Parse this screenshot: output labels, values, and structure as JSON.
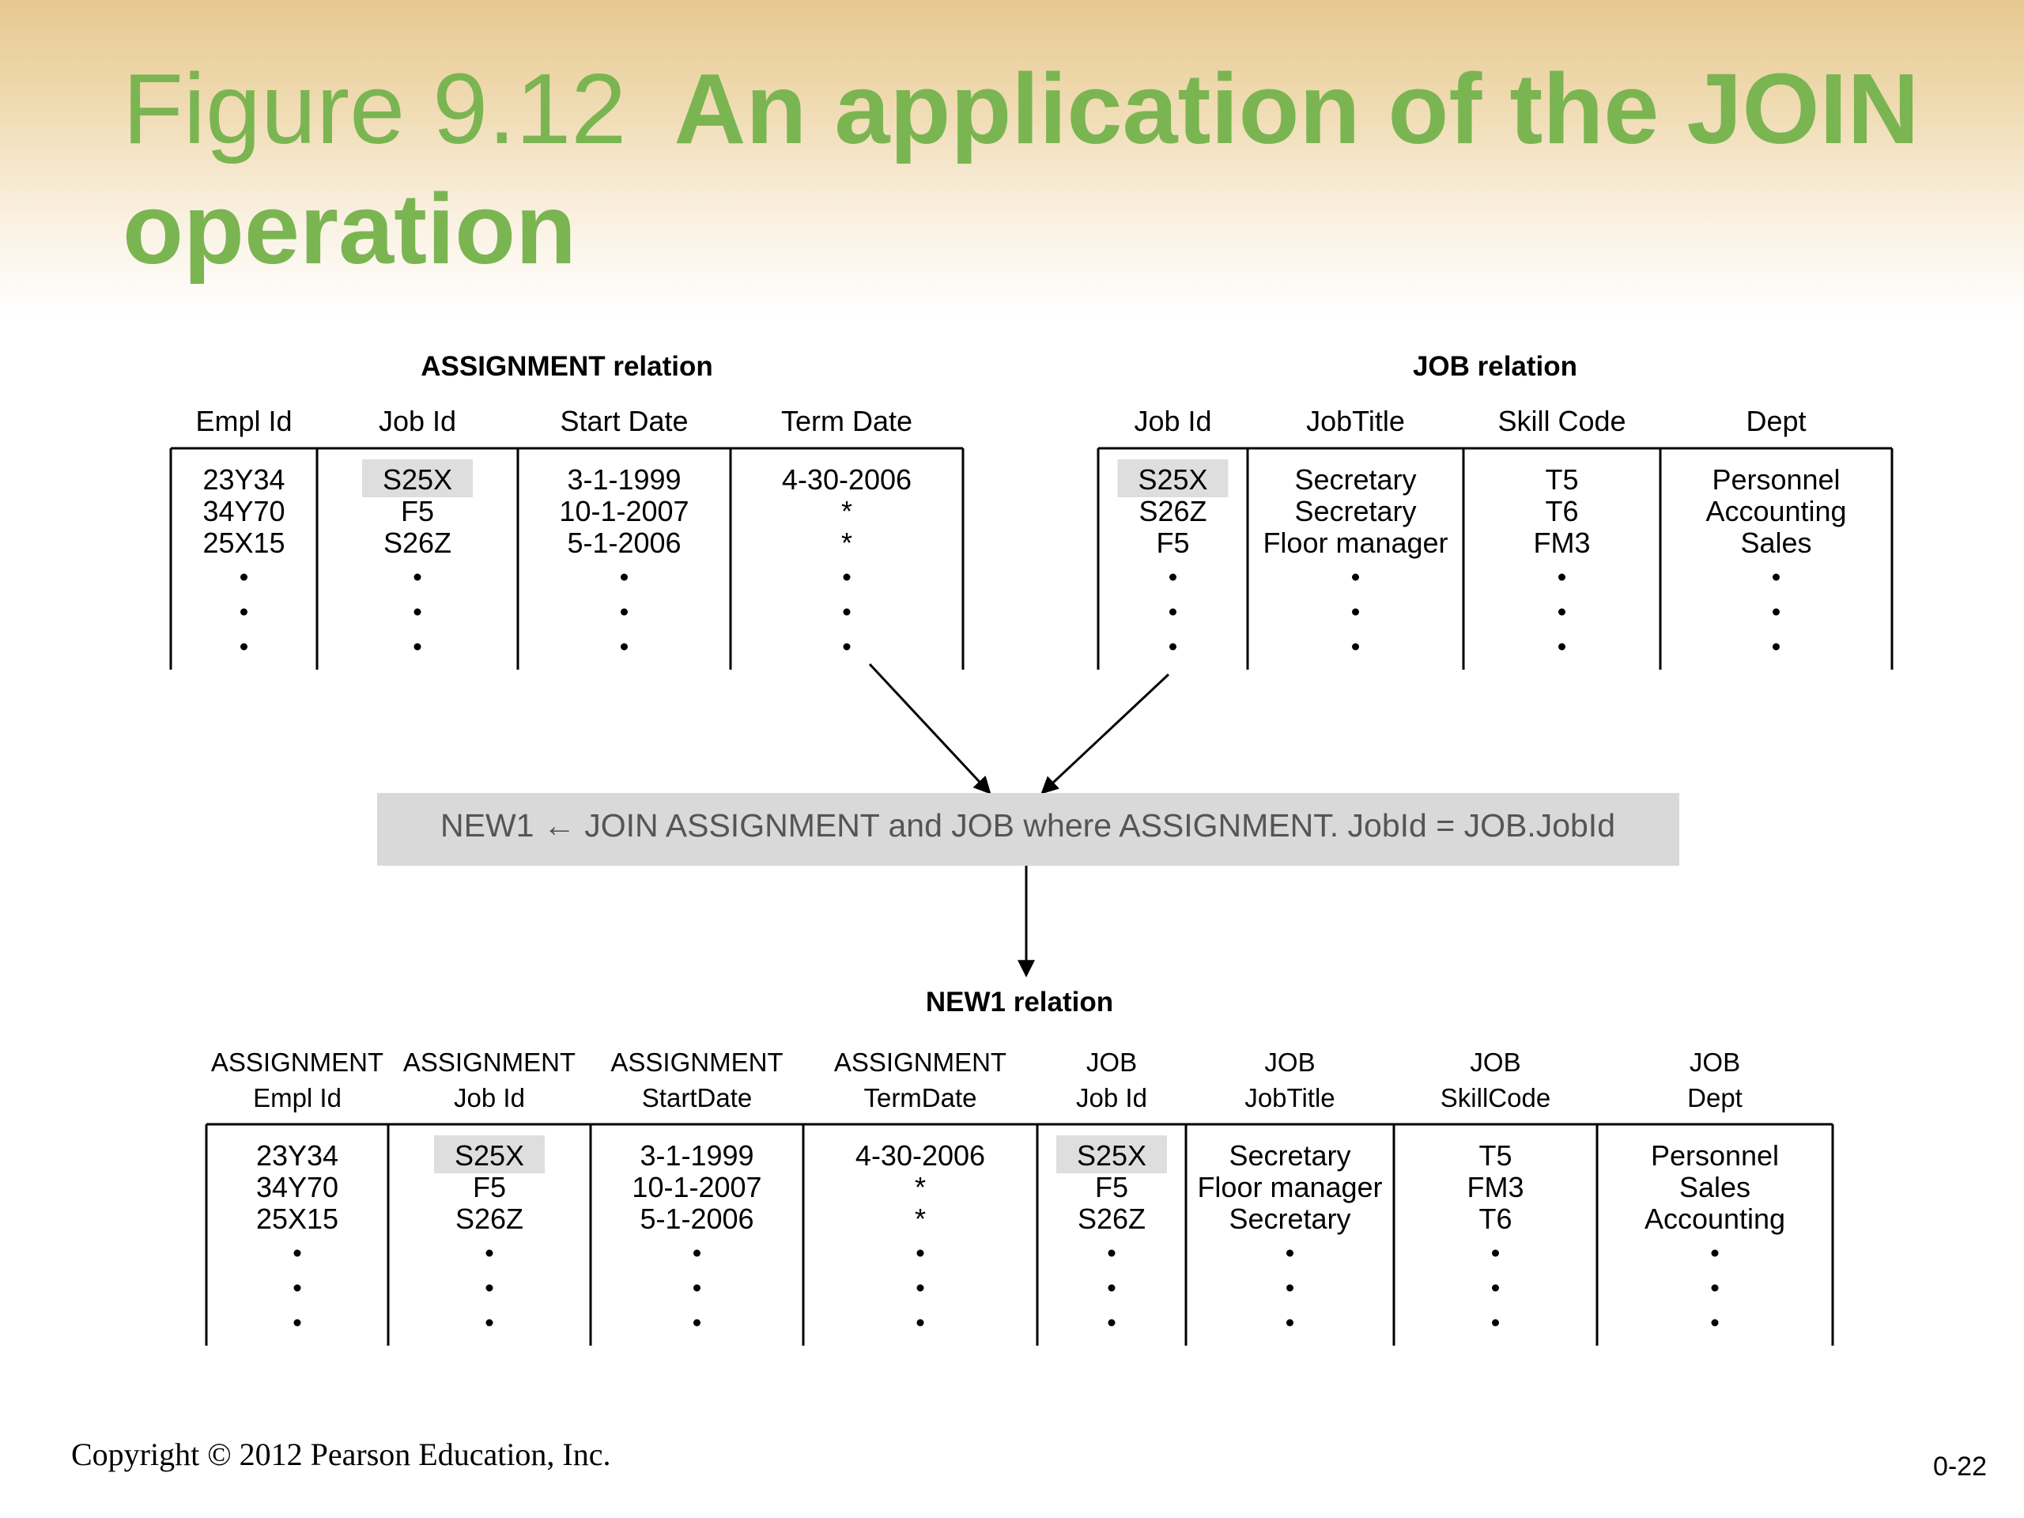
{
  "title": {
    "prefix": "Figure 9.12",
    "main": "An application of the JOIN operation"
  },
  "assignment": {
    "label": "ASSIGNMENT relation",
    "columns": [
      {
        "header": [
          "Empl Id"
        ],
        "values": [
          "23Y34",
          "34Y70",
          "25X15"
        ]
      },
      {
        "header": [
          "Job Id"
        ],
        "values": [
          "S25X",
          "F5",
          "S26Z"
        ],
        "highlight_first": true
      },
      {
        "header": [
          "Start Date"
        ],
        "values": [
          "3-1-1999",
          "10-1-2007",
          "5-1-2006"
        ]
      },
      {
        "header": [
          "Term Date"
        ],
        "values": [
          "4-30-2006",
          "*",
          "*"
        ]
      }
    ]
  },
  "job": {
    "label": "JOB relation",
    "columns": [
      {
        "header": [
          "Job Id"
        ],
        "values": [
          "S25X",
          "S26Z",
          "F5"
        ],
        "highlight_first": true
      },
      {
        "header": [
          "JobTitle"
        ],
        "values": [
          "Secretary",
          "Secretary",
          "Floor manager"
        ]
      },
      {
        "header": [
          "Skill Code"
        ],
        "values": [
          "T5",
          "T6",
          "FM3"
        ]
      },
      {
        "header": [
          "Dept"
        ],
        "values": [
          "Personnel",
          "Accounting",
          "Sales"
        ]
      }
    ]
  },
  "operation": {
    "text": "NEW1 ← JOIN ASSIGNMENT and JOB where ASSIGNMENT. JobId = JOB.JobId"
  },
  "new1": {
    "label": "NEW1 relation",
    "columns": [
      {
        "header": [
          "ASSIGNMENT",
          "Empl Id"
        ],
        "values": [
          "23Y34",
          "34Y70",
          "25X15"
        ]
      },
      {
        "header": [
          "ASSIGNMENT",
          "Job Id"
        ],
        "values": [
          "S25X",
          "F5",
          "S26Z"
        ],
        "highlight_first": true
      },
      {
        "header": [
          "ASSIGNMENT",
          "StartDate"
        ],
        "values": [
          "3-1-1999",
          "10-1-2007",
          "5-1-2006"
        ]
      },
      {
        "header": [
          "ASSIGNMENT",
          "TermDate"
        ],
        "values": [
          "4-30-2006",
          "*",
          "*"
        ]
      },
      {
        "header": [
          "JOB",
          "Job Id"
        ],
        "values": [
          "S25X",
          "F5",
          "S26Z"
        ],
        "highlight_first": true
      },
      {
        "header": [
          "JOB",
          "JobTitle"
        ],
        "values": [
          "Secretary",
          "Floor manager",
          "Secretary"
        ]
      },
      {
        "header": [
          "JOB",
          "SkillCode"
        ],
        "values": [
          "T5",
          "FM3",
          "T6"
        ]
      },
      {
        "header": [
          "JOB",
          "Dept"
        ],
        "values": [
          "Personnel",
          "Sales",
          "Accounting"
        ]
      }
    ]
  },
  "footer": {
    "copyright": "Copyright © 2012 Pearson Education, Inc.",
    "page": "0-22"
  },
  "colors": {
    "title": "#7ab552",
    "highlight": "#dedede",
    "operation_box": "#d9d9d9",
    "operation_text": "#555555",
    "lines": "#000000"
  }
}
